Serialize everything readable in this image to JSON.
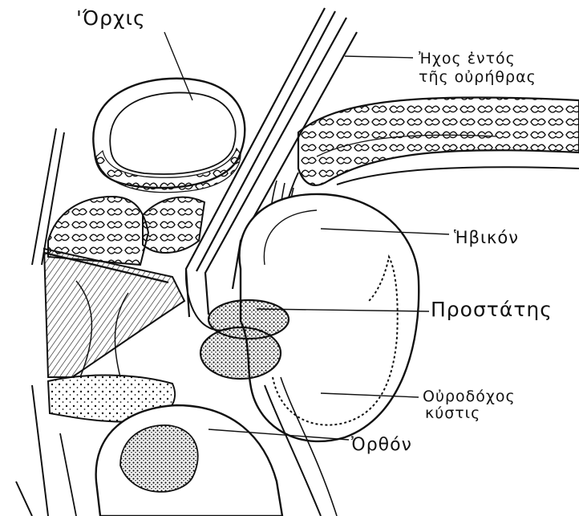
{
  "labels": {
    "orxis": "'Όρχις",
    "hxos_line1": "Ἠχος ἐντός",
    "hxos_line2": "τῆς οὐρήθρας",
    "hbikon": "Ἡβικόν",
    "prostatis": "Προστάτης",
    "kystis_line1": "Οὐροδόχος",
    "kystis_line2": "κύστις",
    "orthon": "Ὀρθόν"
  },
  "colors": {
    "ink": "#111111",
    "background": "#ffffff"
  }
}
